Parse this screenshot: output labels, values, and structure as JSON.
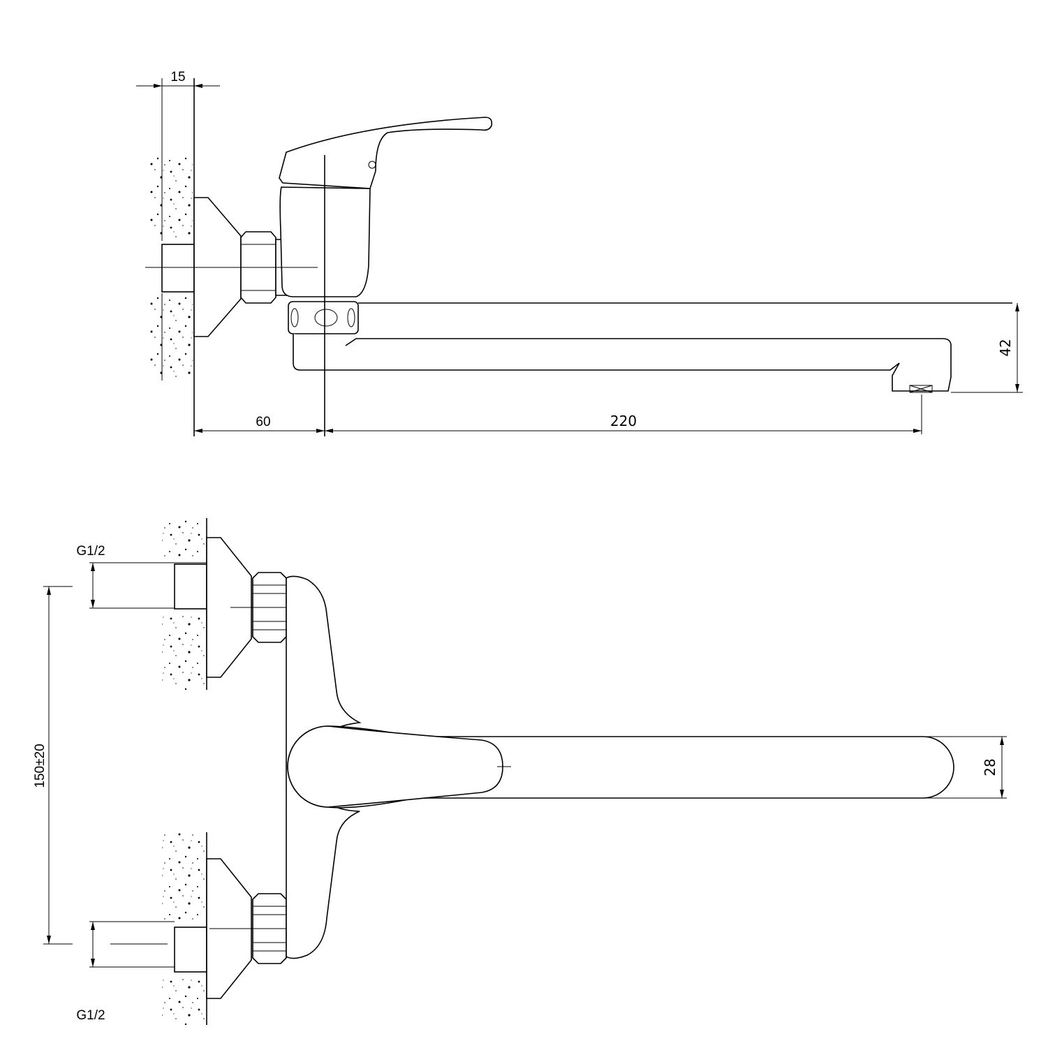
{
  "drawing": {
    "side_view": {
      "dim_wall_depth": "15",
      "dim_wall_to_axis": "60",
      "dim_spout_reach": "220",
      "dim_spout_height": "42"
    },
    "front_view": {
      "thread_top": "G1/2",
      "thread_bottom": "G1/2",
      "dim_inlet_spacing": "150±20",
      "dim_spout_width": "28"
    }
  }
}
